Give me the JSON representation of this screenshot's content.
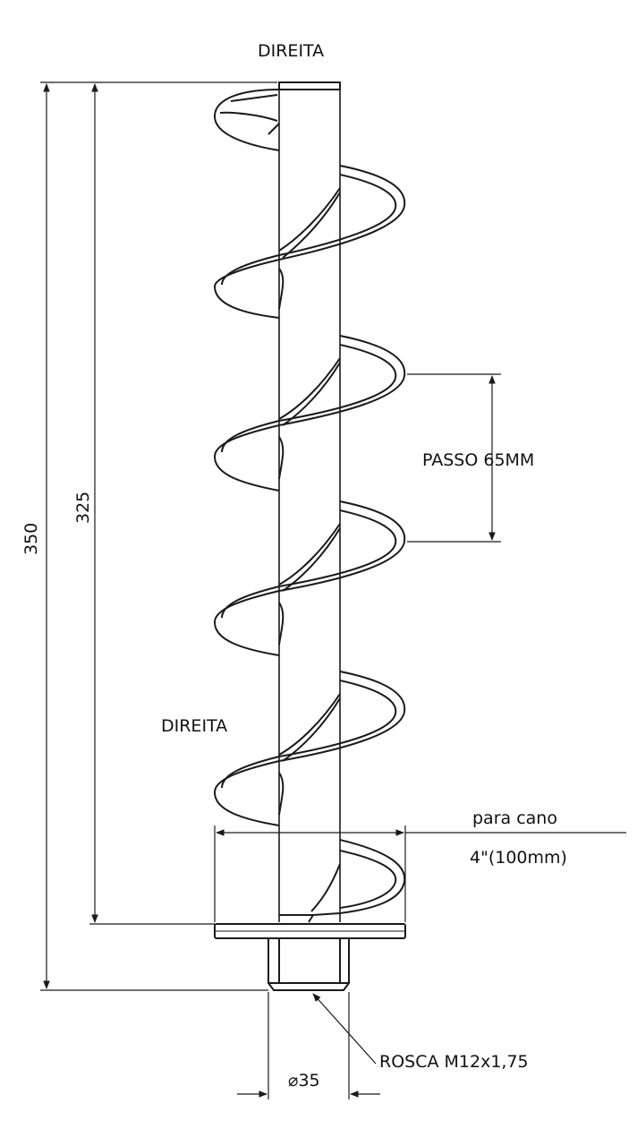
{
  "labels": {
    "direita_top": "DIREITA",
    "direita_mid": "DIREITA",
    "dim_350": "350",
    "dim_325": "325",
    "passo": "PASSO 65MM",
    "para_cano": "para cano",
    "pipe_size": "4\"(100mm)",
    "rosca": "ROSCA M12x1,75",
    "diameter": "35",
    "diameter_symbol": "⌀"
  },
  "colors": {
    "line": "#1a1a1a",
    "background": "#ffffff"
  }
}
